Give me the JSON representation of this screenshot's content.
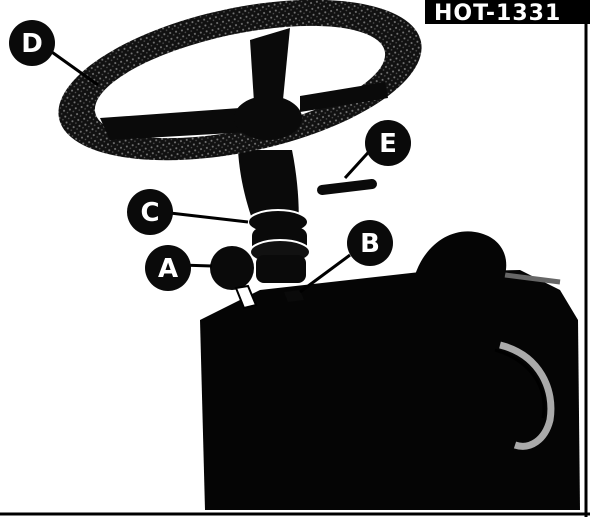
{
  "figure_tag": "HOT-1331",
  "callouts": [
    {
      "letter": "A",
      "part": "control-knob"
    },
    {
      "letter": "B",
      "part": "lever"
    },
    {
      "letter": "C",
      "part": "steering-column-collar"
    },
    {
      "letter": "D",
      "part": "steering-wheel"
    },
    {
      "letter": "E",
      "part": "tilt-lever"
    }
  ],
  "colors": {
    "ink": "#0a0a0a",
    "paper": "#ffffff",
    "wheel_rim_texture": "#4a4a4a"
  }
}
